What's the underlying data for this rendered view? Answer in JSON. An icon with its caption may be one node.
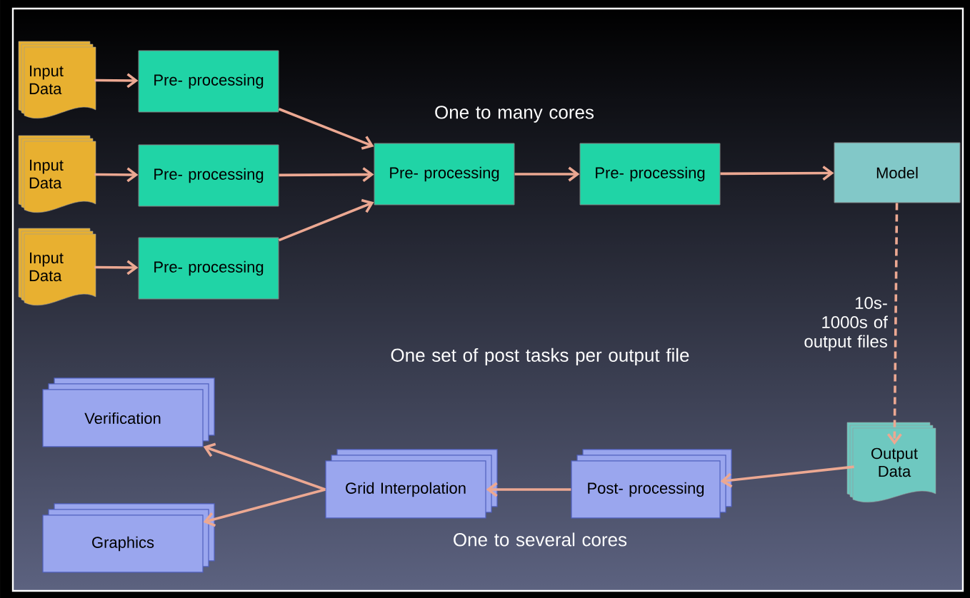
{
  "diagram": {
    "nodes": [
      {
        "text": [
          "Input Data"
        ]
      },
      {
        "text": [
          "Pre- processing"
        ]
      },
      {
        "text": [
          "Input Data"
        ]
      },
      {
        "text": [
          "Pre- processing"
        ]
      },
      {
        "text": [
          "Input Data"
        ]
      },
      {
        "text": [
          "Pre- processing"
        ]
      },
      {
        "text": [
          "Pre- processing"
        ]
      },
      {
        "text": [
          "Pre- processing"
        ]
      },
      {
        "text": [
          "Model"
        ]
      },
      {
        "text": [
          "Output Data"
        ]
      },
      {
        "text": [
          "Post- processing"
        ]
      },
      {
        "text": [
          "Grid Interpolation"
        ]
      },
      {
        "text": [
          "Verification"
        ]
      },
      {
        "text": [
          "Graphics"
        ]
      }
    ],
    "edges": [
      {
        "from": 0,
        "to": 1,
        "arrow": "to"
      },
      {
        "from": 2,
        "to": 3,
        "arrow": "to"
      },
      {
        "from": 4,
        "to": 5,
        "arrow": "to"
      },
      {
        "from": 1,
        "to": 6,
        "arrow": "to"
      },
      {
        "from": 3,
        "to": 6,
        "arrow": "to"
      },
      {
        "from": 5,
        "to": 6,
        "arrow": "to"
      },
      {
        "from": 6,
        "to": 7,
        "arrow": "to"
      },
      {
        "from": 7,
        "to": 8,
        "arrow": "to"
      },
      {
        "from": 8,
        "to": 9,
        "arrow": "to",
        "style": "dashed",
        "label": "10s-1000s of output files"
      },
      {
        "from": 9,
        "to": 10,
        "arrow": "to"
      },
      {
        "from": 10,
        "to": 11,
        "arrow": "to"
      },
      {
        "from": 11,
        "to": 12,
        "arrow": "to"
      },
      {
        "from": 11,
        "to": 13,
        "arrow": "to"
      }
    ],
    "labels": [
      "One to many cores",
      "One set of post tasks per output file",
      "One to several cores"
    ]
  }
}
